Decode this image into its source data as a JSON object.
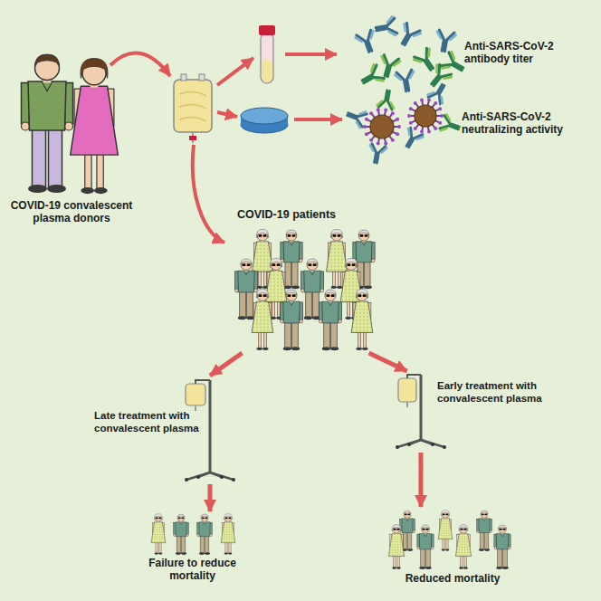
{
  "diagram": {
    "nodes": [
      {
        "text": [
          "COVID-19 convalescent plasma donors"
        ]
      },
      {
        "text": [
          "Anti-SARS-CoV-2 antibody titer"
        ]
      },
      {
        "text": [
          "Anti-SARS-CoV-2 neutralizing activity"
        ]
      },
      {
        "text": [
          "COVID-19 patients"
        ]
      },
      {
        "text": [
          "Late treatment with convalescent plasma"
        ]
      },
      {
        "text": [
          "Early treatment with convalescent plasma"
        ]
      },
      {
        "text": [
          "Failure to reduce mortality"
        ]
      },
      {
        "text": [
          "Reduced mortality"
        ]
      }
    ],
    "edges": [
      {
        "from": 3,
        "to": 4,
        "arrow": "to"
      },
      {
        "from": 3,
        "to": 5,
        "arrow": "to"
      },
      {
        "from": 4,
        "to": 6,
        "arrow": "to"
      },
      {
        "from": 5,
        "to": 7,
        "arrow": "to"
      }
    ]
  }
}
